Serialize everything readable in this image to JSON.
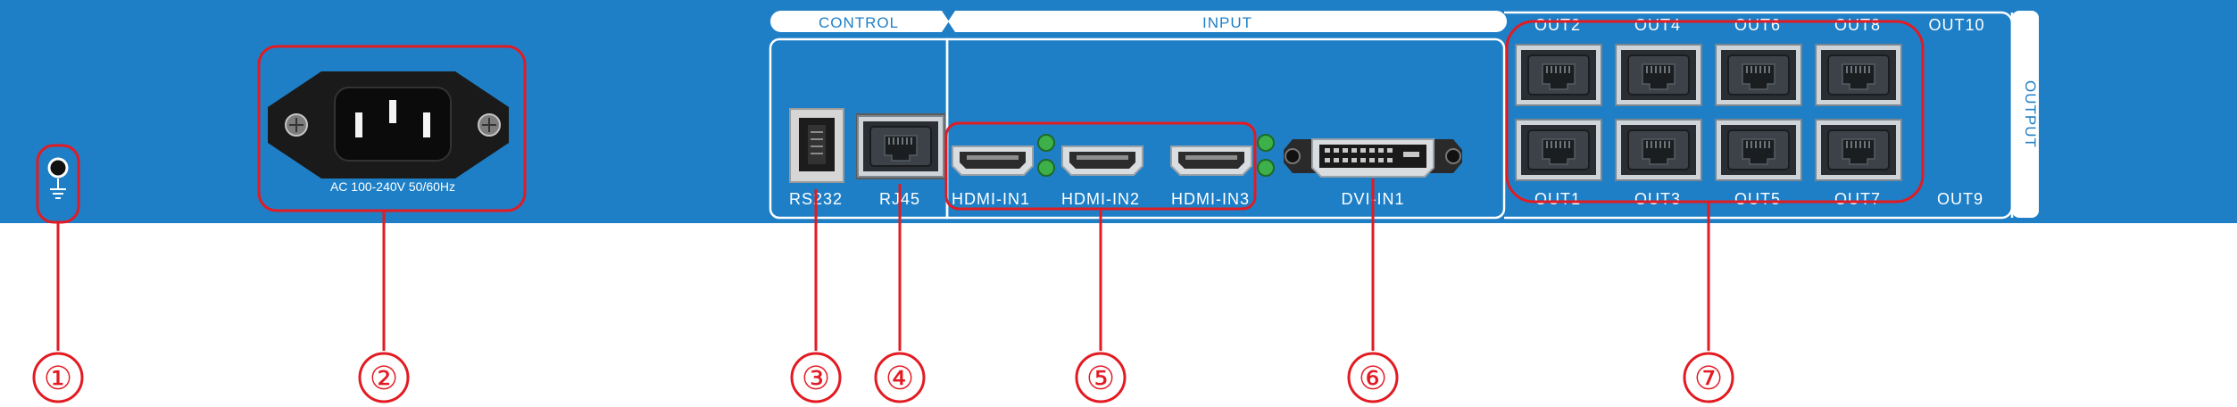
{
  "panel": {
    "power_label": "AC 100-240V  50/60Hz",
    "control_header": "CONTROL",
    "input_header": "INPUT",
    "output_header": "OUTPUT",
    "control_ports": [
      "RS232",
      "RJ45"
    ],
    "input_ports": [
      "HDMI-IN1",
      "HDMI-IN2",
      "HDMI-IN3",
      "DVI-IN1"
    ],
    "output_top": [
      "OUT2",
      "OUT4",
      "OUT6",
      "OUT8",
      "OUT10"
    ],
    "output_bottom": [
      "OUT1",
      "OUT3",
      "OUT5",
      "OUT7",
      "OUT9"
    ]
  },
  "callouts": [
    "①",
    "②",
    "③",
    "④",
    "⑤",
    "⑥",
    "⑦"
  ],
  "colors": {
    "panel": "#1e7fc6",
    "callout": "#e21b23",
    "port": "#2b2b2b"
  }
}
